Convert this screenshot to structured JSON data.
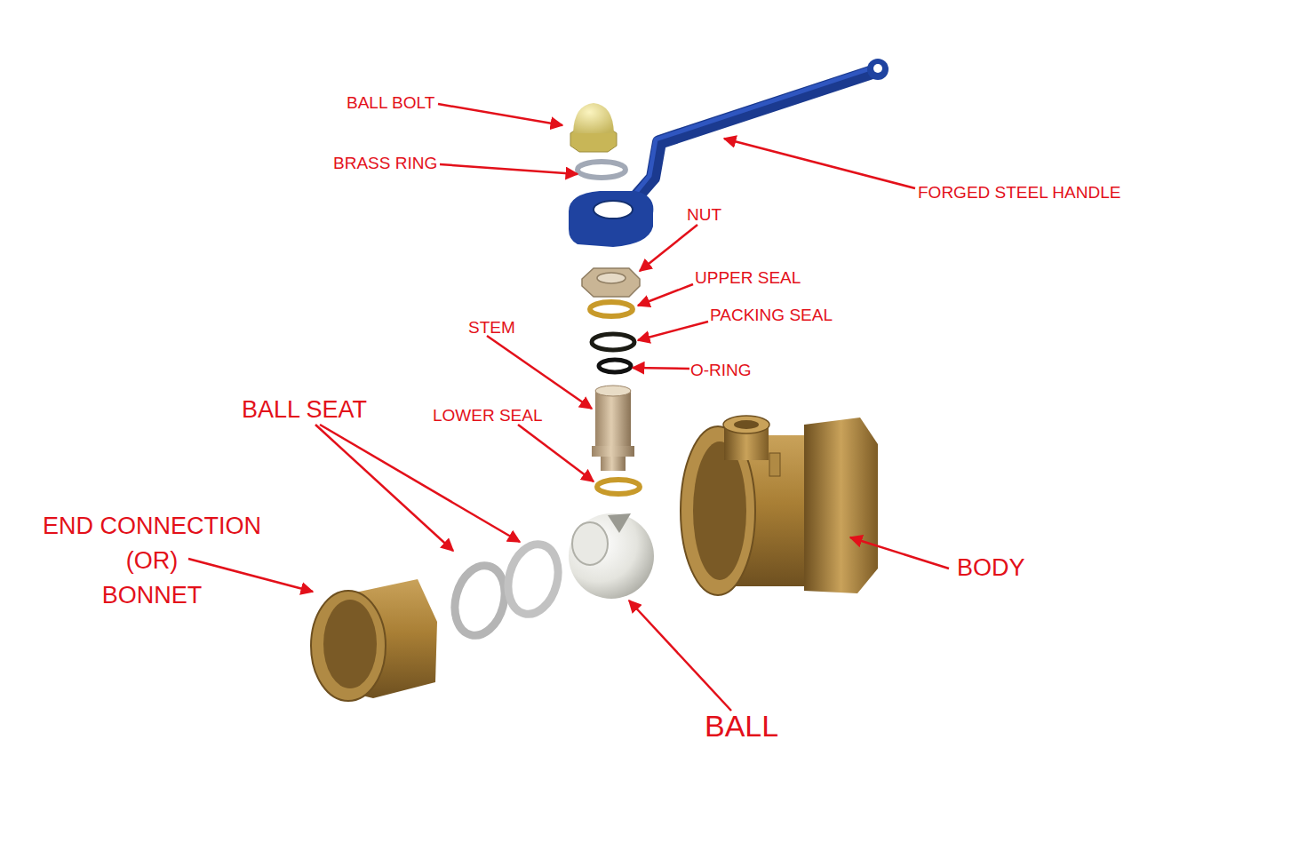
{
  "diagram": {
    "labels": [
      "BALL BOLT",
      "BRASS RING",
      "FORGED STEEL HANDLE",
      "NUT",
      "UPPER SEAL",
      "PACKING SEAL",
      "O-RING",
      "STEM",
      "LOWER SEAL",
      "BALL SEAT",
      "END CONNECTION (OR) BONNET",
      "BODY",
      "BALL"
    ]
  }
}
